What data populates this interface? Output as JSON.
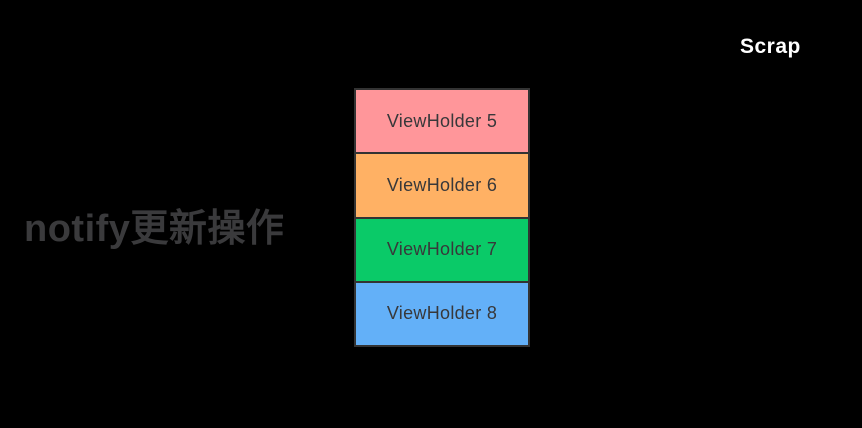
{
  "canvas": {
    "background_color": "#000000"
  },
  "scrap_label": {
    "text": "Scrap",
    "color": "#ffffff"
  },
  "notify_label": {
    "text": "notify更新操作",
    "color": "#3a3a3c"
  },
  "viewholder_stack": {
    "border_color": "#333333",
    "label_color": "#38383a",
    "items": [
      {
        "label": "ViewHolder 5",
        "color": "#ff969a"
      },
      {
        "label": "ViewHolder 6",
        "color": "#ffb164"
      },
      {
        "label": "ViewHolder 7",
        "color": "#0aca68"
      },
      {
        "label": "ViewHolder 8",
        "color": "#63b0f8"
      }
    ]
  }
}
